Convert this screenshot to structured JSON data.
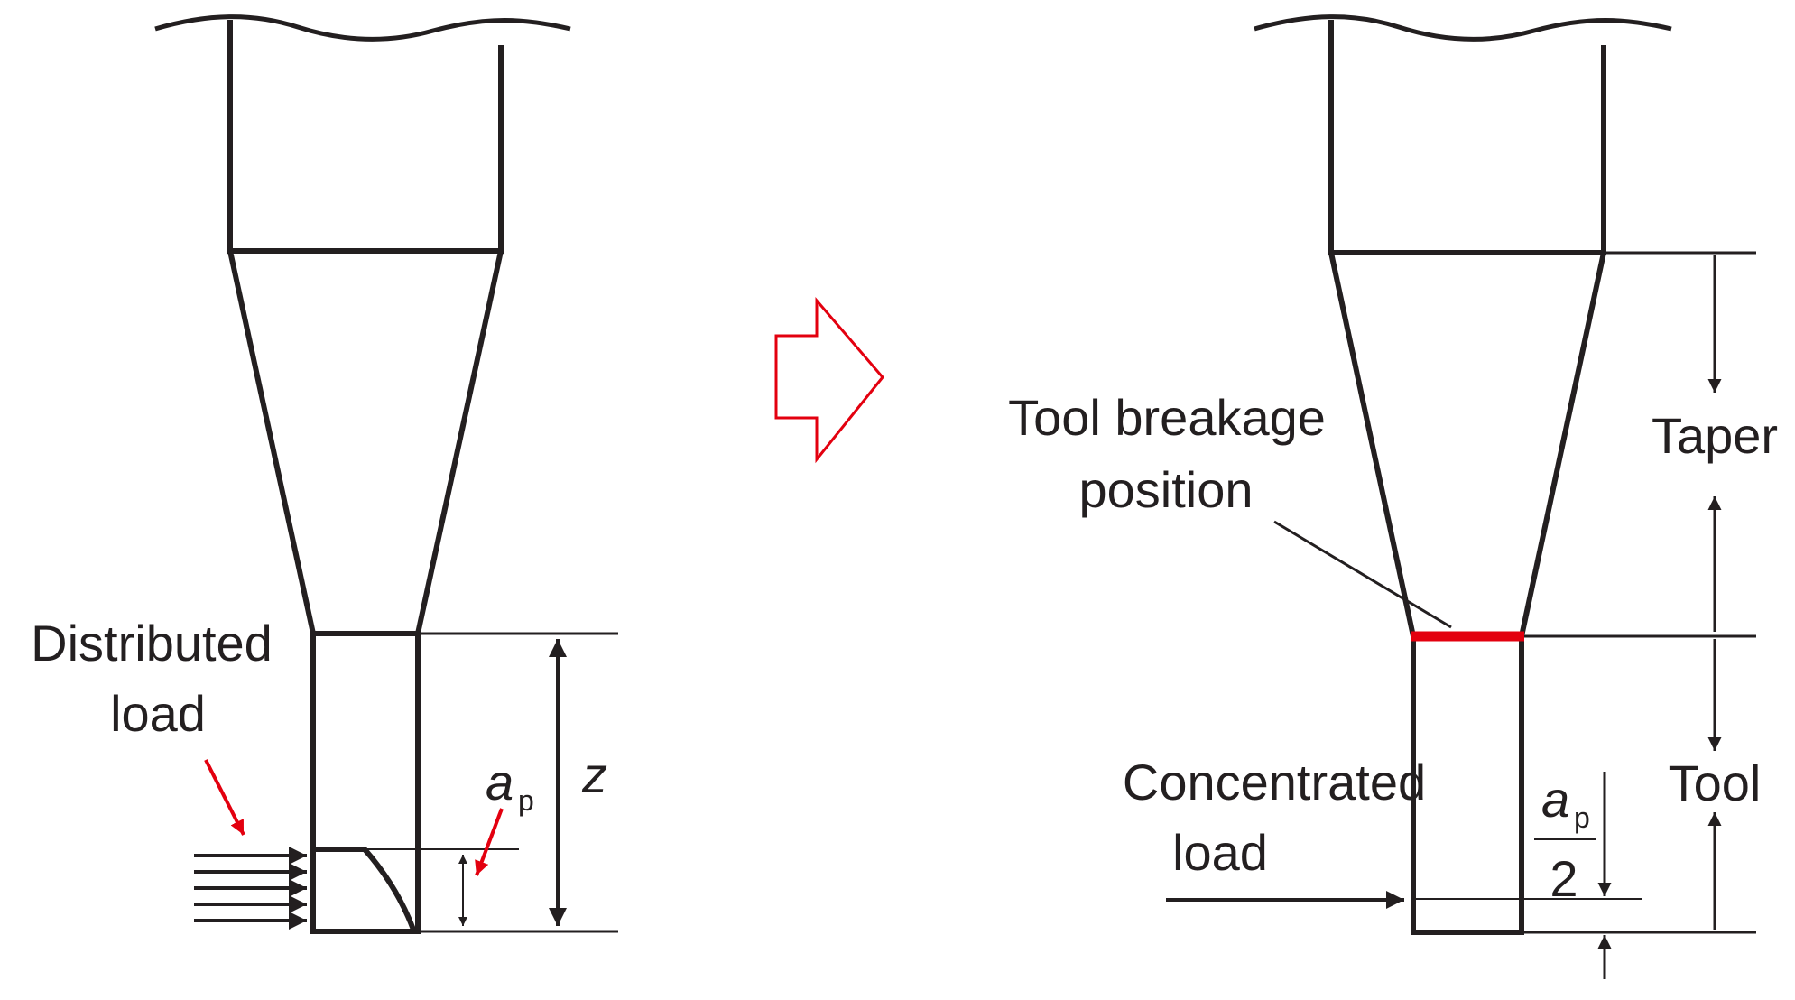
{
  "left": {
    "distributed_label_line1": "Distributed",
    "distributed_label_line2": "load",
    "ap_symbol": "a",
    "ap_subscript": "p",
    "z_label": "z"
  },
  "right": {
    "breakage_label_line1": "Tool breakage",
    "breakage_label_line2": "position",
    "taper_label": "Taper",
    "tool_label": "Tool",
    "concentrated_label_line1": "Concentrated",
    "concentrated_label_line2": "load",
    "ap_half_symbol": "a",
    "ap_half_subscript": "p",
    "ap_half_denominator": "2"
  },
  "colors": {
    "line": "#231f20",
    "accent_red": "#e3000f"
  }
}
